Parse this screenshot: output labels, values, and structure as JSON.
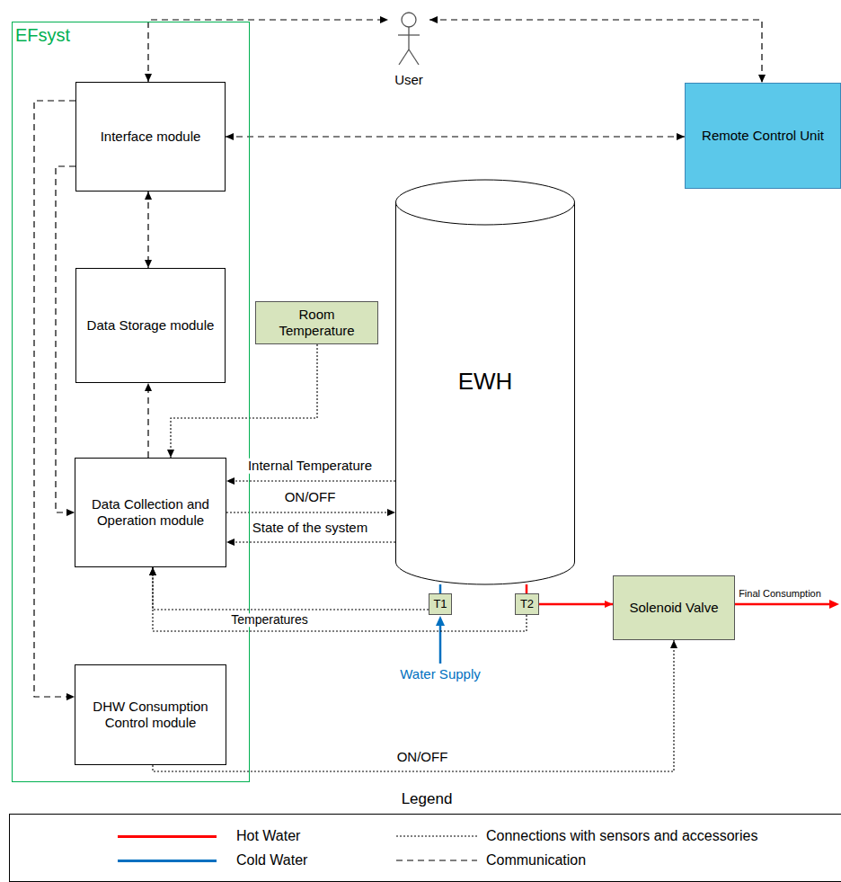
{
  "diagram": {
    "nodes": [
      {
        "text": [
          "EFsyst"
        ]
      },
      {
        "text": [
          "Interface module"
        ],
        "in": 0
      },
      {
        "text": [
          "Data Storage module"
        ],
        "in": 0
      },
      {
        "text": [
          "Data Collection and Operation module"
        ],
        "in": 0
      },
      {
        "text": [
          "DHW Consumption Control module"
        ],
        "in": 0
      },
      {
        "text": [
          "User"
        ]
      },
      {
        "text": [
          "Remote Control Unit"
        ]
      },
      {
        "text": [
          "Room Temperature"
        ]
      },
      {
        "text": [
          "EWH"
        ]
      },
      {
        "text": [
          "T1"
        ]
      },
      {
        "text": [
          "T2"
        ]
      },
      {
        "text": [
          "Solenoid Valve"
        ]
      }
    ],
    "edges": [
      {
        "from": 1,
        "to": 5,
        "arrow": "both"
      },
      {
        "from": 5,
        "to": 6,
        "arrow": "both"
      },
      {
        "from": 1,
        "to": 6,
        "arrow": "both"
      },
      {
        "from": 1,
        "to": 2,
        "arrow": "both"
      },
      {
        "from": 3,
        "to": 2,
        "arrow": "to"
      },
      {
        "from": 1,
        "to": 3,
        "arrow": "to"
      },
      {
        "from": 1,
        "to": 4,
        "arrow": "to"
      },
      {
        "from": 7,
        "to": 3,
        "arrow": "to"
      },
      {
        "from": 8,
        "to": 3,
        "label": "Internal Temperature",
        "arrow": "to"
      },
      {
        "from": 3,
        "to": 8,
        "label": "ON/OFF",
        "arrow": "to"
      },
      {
        "from": 8,
        "to": 3,
        "label": "State of the system",
        "arrow": "to"
      },
      {
        "from": 9,
        "to": 3,
        "label": "Temperatures",
        "arrow": "to"
      },
      {
        "from": 10,
        "to": 3,
        "arrow": "to"
      },
      {
        "from": 4,
        "to": 11,
        "label": "ON/OFF",
        "arrow": "to"
      },
      {
        "from": 10,
        "to": 11,
        "arrow": "to"
      },
      {
        "from": 9,
        "to": 8,
        "arrow": "none"
      },
      {
        "from": 10,
        "to": 8,
        "arrow": "none"
      }
    ],
    "labels": [
      "Water Supply",
      "Final Consumption",
      "Legend"
    ],
    "legend": [
      {
        "text": "Hot Water",
        "color": "#ff0000"
      },
      {
        "text": "Cold Water",
        "color": "#0070c0"
      },
      {
        "text": "Connections with sensors and accessories"
      },
      {
        "text": "Communication"
      }
    ]
  }
}
